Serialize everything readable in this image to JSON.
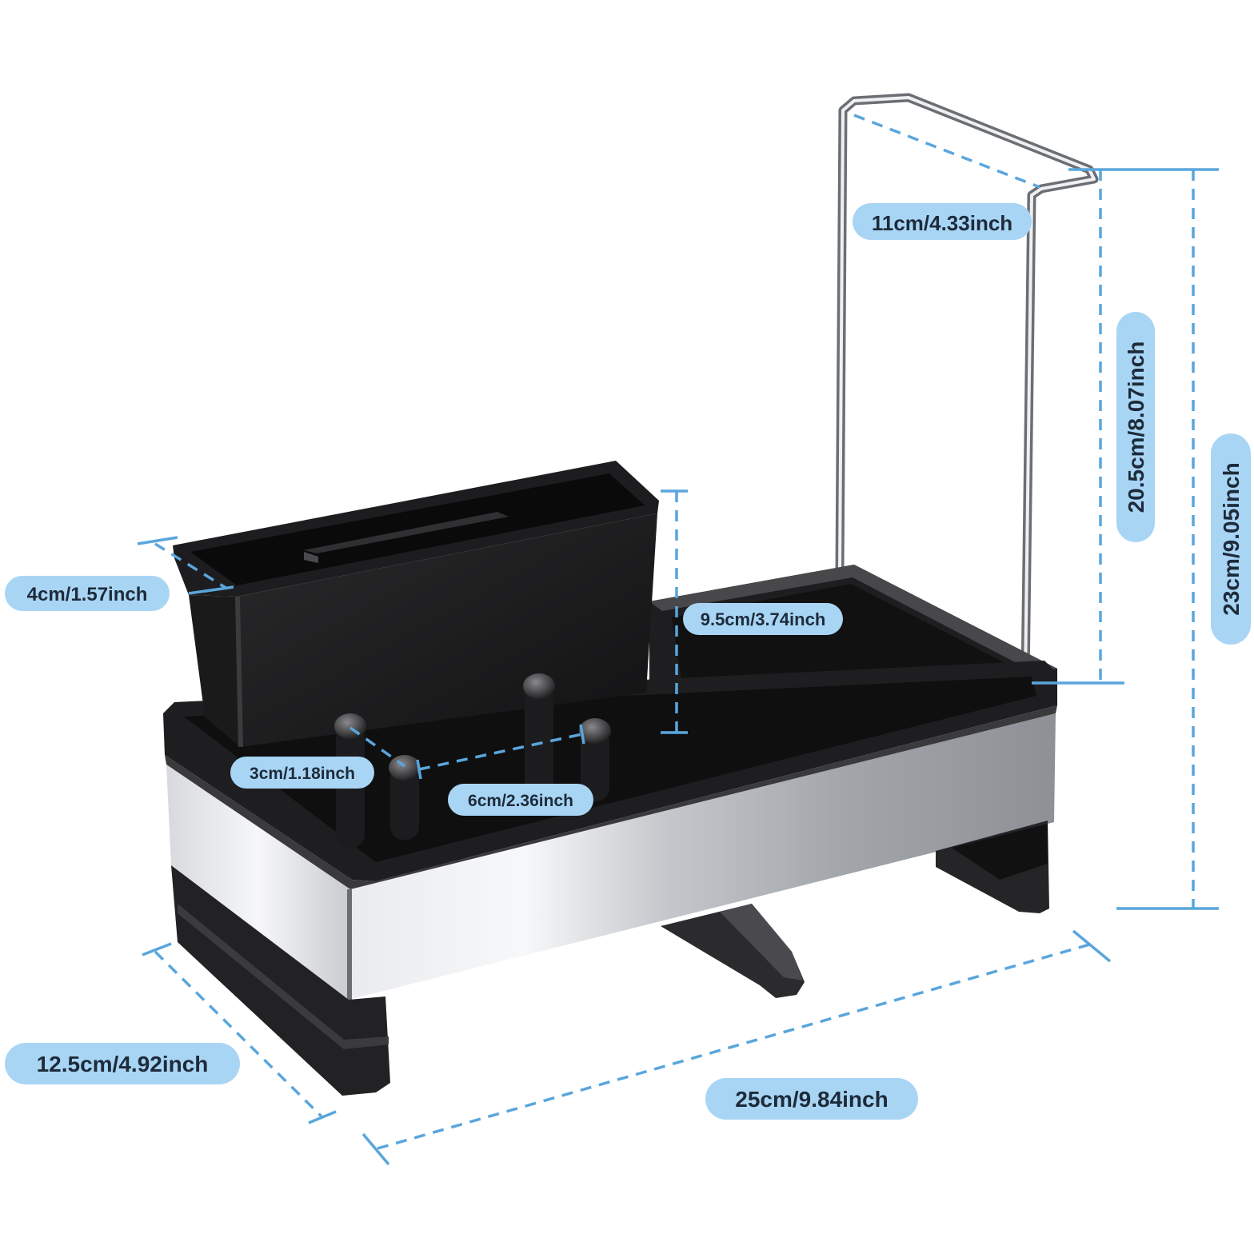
{
  "dimensions": {
    "handle_width": "11cm/4.33inch",
    "handle_height": "20.5cm/8.07inch",
    "total_height": "23cm/9.05inch",
    "cup_depth": "4cm/1.57inch",
    "cup_height": "9.5cm/3.74inch",
    "peg_spacing_short": "3cm/1.18inch",
    "peg_spacing_long": "6cm/2.36inch",
    "base_depth": "12.5cm/4.92inch",
    "base_length": "25cm/9.84inch"
  },
  "colors": {
    "pill_fill": "#a9d5f5",
    "pill_text": "#1d2b3a",
    "dash_line": "#5aa6dc",
    "tray_black": "#1e1e20",
    "steel_light": "#e9ebee",
    "steel_dark": "#8d9196"
  }
}
